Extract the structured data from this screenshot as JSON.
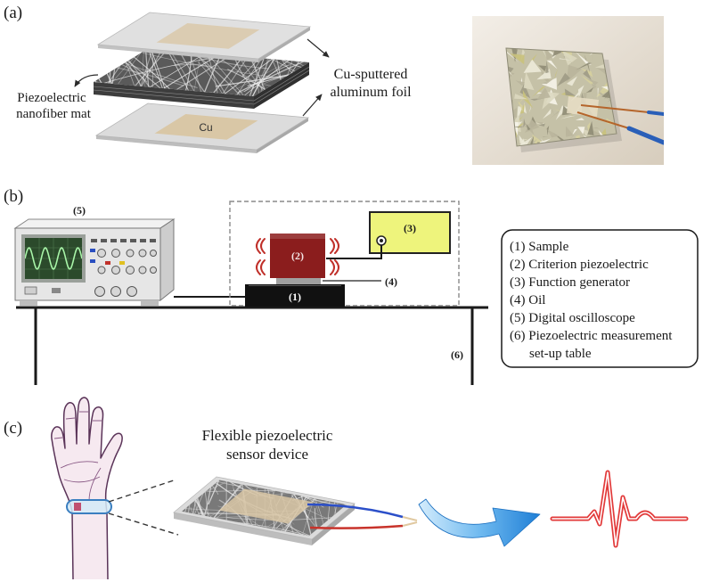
{
  "panel_labels": {
    "a": "(a)",
    "b": "(b)",
    "c": "(c)"
  },
  "panel_a": {
    "mat_label": [
      "Piezoelectric",
      "nanofiber mat"
    ],
    "foil_label": [
      "Cu-sputtered",
      "aluminum foil"
    ],
    "cu_label": "Cu"
  },
  "panel_b": {
    "markers": {
      "sample": "(1)",
      "criterion": "(2)",
      "generator": "(3)",
      "oil": "(4)",
      "oscilloscope": "(5)",
      "table": "(6)"
    },
    "legend": [
      [
        "(1) Sample"
      ],
      [
        "(2) Criterion piezoelectric"
      ],
      [
        "(3) Function generator"
      ],
      [
        "(4) Oil"
      ],
      [
        "(5) Digital oscilloscope"
      ],
      [
        "(6) Piezoelectric measurement",
        "set-up table"
      ]
    ]
  },
  "panel_c": {
    "device_label": [
      "Flexible piezoelectric",
      "sensor device"
    ]
  },
  "colors": {
    "copper_electrode": "#d9c7a6",
    "function_generator": "#eef47c",
    "criterion_piezoelectric": "#8b1d1d",
    "sample": "#111111",
    "vibration": "#c0302a",
    "signal": "#e23a3a",
    "wristband": "#d3eaf7",
    "wristband_edge": "#3b7fc0",
    "wire_positive": "#c8332b",
    "wire_negative": "#2b4fc9"
  }
}
